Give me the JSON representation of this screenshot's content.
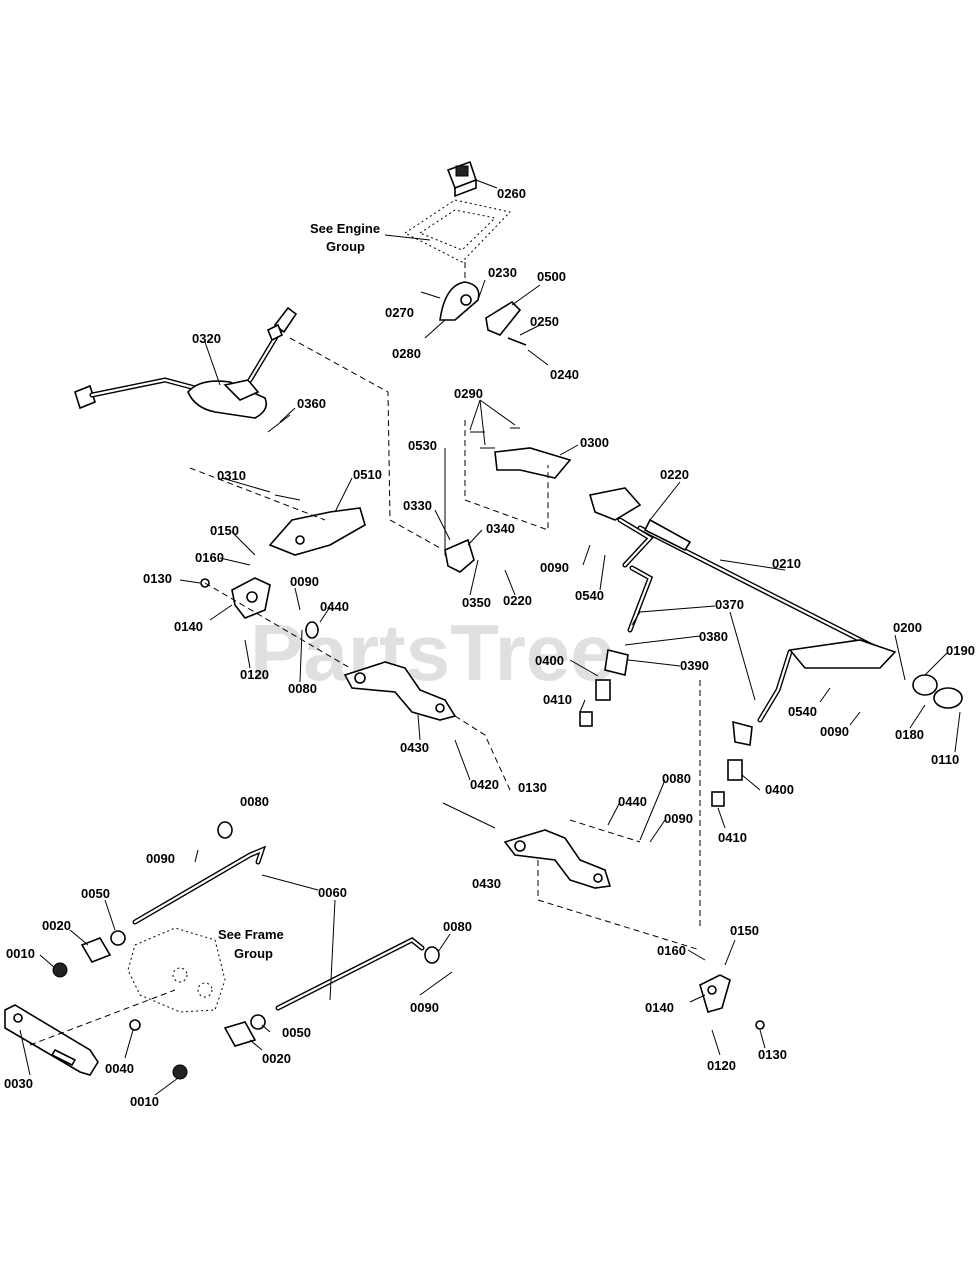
{
  "watermark": "PartsTree",
  "notes": {
    "engine_group": [
      "See Engine",
      "Group"
    ],
    "frame_group": [
      "See Frame",
      "Group"
    ]
  },
  "labels": {
    "l0260": "0260",
    "l0230": "0230",
    "l0500": "0500",
    "l0270": "0270",
    "l0250": "0250",
    "l0280": "0280",
    "l0240": "0240",
    "l0320": "0320",
    "l0360": "0360",
    "l0290": "0290",
    "l0530": "0530",
    "l0300": "0300",
    "l0310": "0310",
    "l0510": "0510",
    "l0220a": "0220",
    "l0330": "0330",
    "l0340": "0340",
    "l0150a": "0150",
    "l0160a": "0160",
    "l0130a": "0130",
    "l0090a": "0090",
    "l0540a": "0540",
    "l0210": "0210",
    "l0140a": "0140",
    "l0440a": "0440",
    "l0350": "0350",
    "l0220b": "0220",
    "l0370": "0370",
    "l0120a": "0120",
    "l0080a": "0080",
    "l0380": "0380",
    "l0200": "0200",
    "l0190": "0190",
    "l0400a": "0400",
    "l0390": "0390",
    "l0410a": "0410",
    "l0540b": "0540",
    "l0090b": "0090",
    "l0180": "0180",
    "l0110": "0110",
    "l0430a": "0430",
    "l0420": "0420",
    "l0130b": "0130",
    "l0400b": "0400",
    "l0080b": "0080",
    "l0440b": "0440",
    "l0080c": "0080",
    "l0090c": "0090",
    "l0410b": "0410",
    "l0090d": "0090",
    "l0430b": "0430",
    "l0050a": "0050",
    "l0060": "0060",
    "l0020a": "0020",
    "l0080d": "0080",
    "l0150b": "0150",
    "l0010a": "0010",
    "l0160b": "0160",
    "l0090e": "0090",
    "l0140b": "0140",
    "l0050b": "0050",
    "l0020b": "0020",
    "l0040": "0040",
    "l0030": "0030",
    "l0130c": "0130",
    "l0120b": "0120",
    "l0010b": "0010"
  }
}
